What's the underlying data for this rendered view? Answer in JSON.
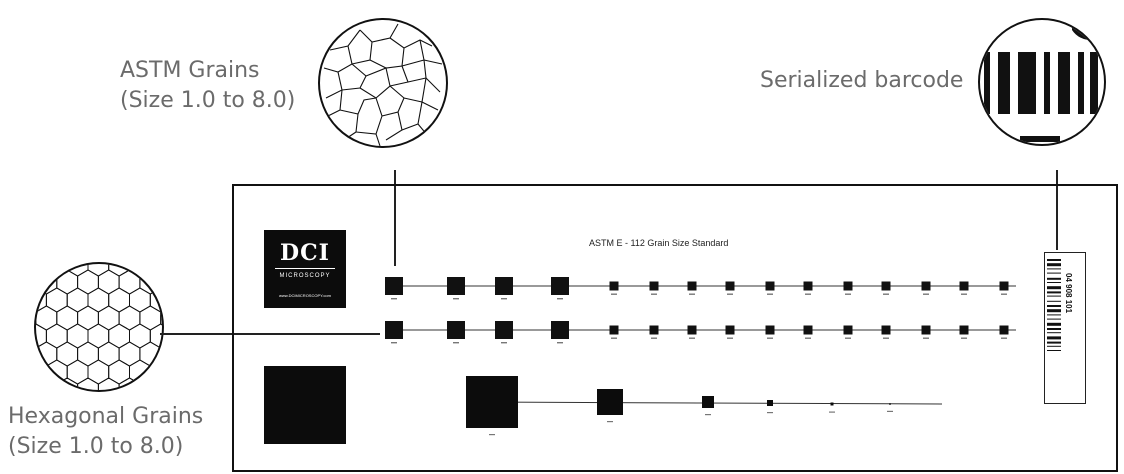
{
  "callouts": {
    "astm_line1": "ASTM Grains",
    "astm_line2": "(Size 1.0 to 8.0)",
    "barcode": "Serialized barcode",
    "hex_line1": "Hexagonal Grains",
    "hex_line2": "(Size 1.0 to 8.0)"
  },
  "plate": {
    "title": "ASTM E - 112 Grain Size Standard",
    "logo_main": "DCI",
    "logo_sub": "MICROSCOPY",
    "logo_url": "www.DCIMICROSCOPY.com",
    "barcode_number": "04 908 101"
  },
  "colors": {
    "ink": "#111111",
    "label_gray": "#6b6b6b",
    "background": "#ffffff"
  },
  "icons": [
    "grain-pattern-icon",
    "hexagon-pattern-icon",
    "barcode-magnified-icon"
  ]
}
